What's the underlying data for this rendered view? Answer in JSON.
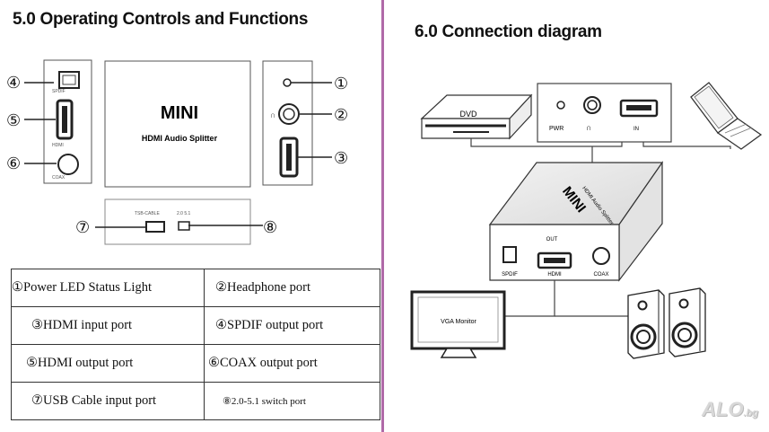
{
  "left_panel": {
    "title": "5.0 Operating Controls and Functions",
    "device_front": {
      "line1": "MINI",
      "line2": "HDMI Audio Splitter"
    },
    "side_labels": {
      "l4": "SPDIF",
      "l5": "HDMI",
      "l6": "COAX"
    },
    "usb_side_labels": {
      "usb": "TSB-CABLE",
      "switch": "2.0 5.1"
    },
    "callouts": [
      "①",
      "②",
      "③",
      "④",
      "⑤",
      "⑥",
      "⑦",
      "⑧"
    ],
    "table": [
      [
        "①Power LED Status Light",
        "②Headphone port"
      ],
      [
        "③HDMI input port",
        "④SPDIF output port"
      ],
      [
        "⑤HDMI output port",
        "⑥COAX output port"
      ],
      [
        "⑦USB Cable input port",
        "⑧2.0-5.1  switch  port"
      ]
    ]
  },
  "right_panel": {
    "title": "6.0 Connection diagram",
    "dvd_label": "DVD",
    "input_panel": {
      "pwr": "PWR",
      "headphone": "∩",
      "hdmi_in": "IN"
    },
    "device_top": {
      "line1": "MINI",
      "line2": "HDMI Audio Splitter"
    },
    "output_panel": {
      "out": "OUT",
      "spdif": "SPDIF",
      "hdmi": "HDMI",
      "coax": "COAX"
    },
    "monitor_label": "VGA Monitor"
  },
  "watermark": {
    "text": "ALO",
    "suffix": ".bg"
  }
}
